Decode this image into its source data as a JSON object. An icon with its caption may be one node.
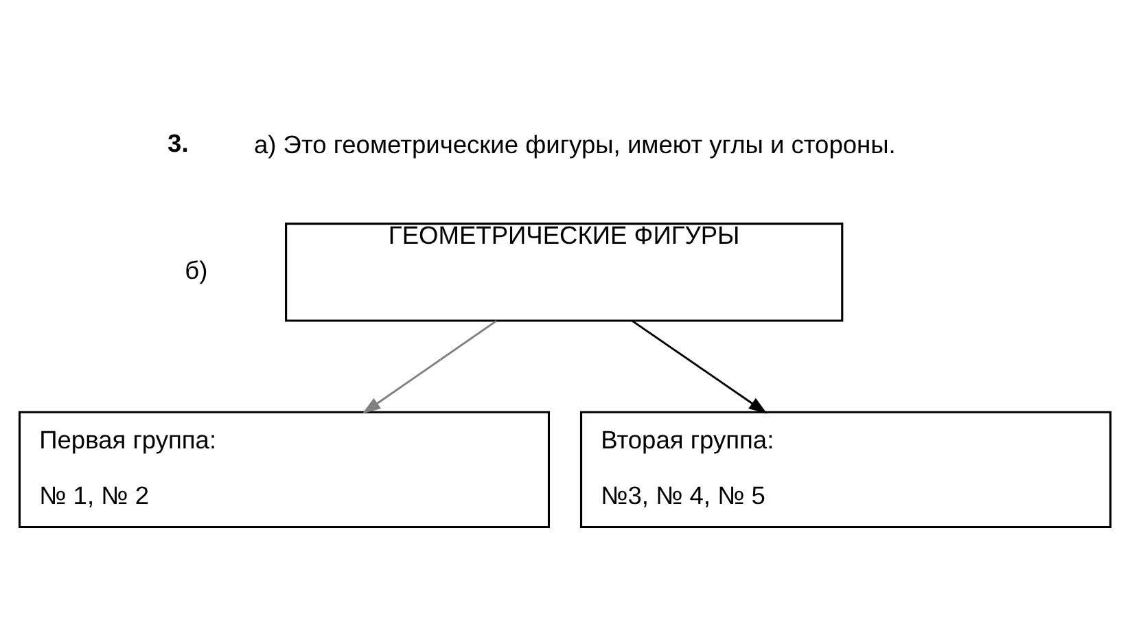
{
  "diagram": {
    "nodes": [
      {
        "text": [
          "ГЕОМЕТРИЧЕСКИЕ ФИГУРЫ"
        ]
      },
      {
        "text": [
          "Первая группа:",
          "№ 1, № 2"
        ]
      },
      {
        "text": [
          "Вторая группа:",
          "№3, № 4, № 5"
        ]
      }
    ],
    "edges": [
      {
        "from": 0,
        "to": 1,
        "arrow": "to",
        "color": "#808080"
      },
      {
        "from": 0,
        "to": 2,
        "arrow": "to",
        "color": "#000000"
      }
    ],
    "labels": [
      "3.",
      "а) Это геометрические фигуры, имеют углы и стороны.",
      "б)"
    ]
  }
}
